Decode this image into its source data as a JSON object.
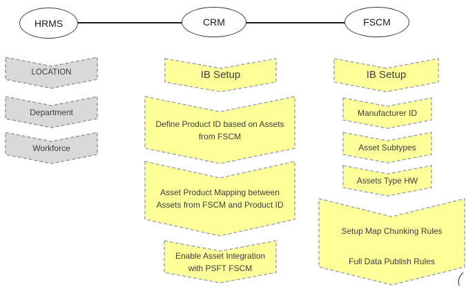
{
  "header_nodes": [
    {
      "id": "hrms",
      "label": "HRMS"
    },
    {
      "id": "crm",
      "label": "CRM"
    },
    {
      "id": "fscm",
      "label": "FSCM"
    }
  ],
  "hrms": {
    "steps": [
      {
        "label": "LOCATION"
      },
      {
        "label": "Department"
      },
      {
        "label": "Workforce"
      }
    ]
  },
  "crm": {
    "steps": [
      {
        "label": "IB Setup"
      },
      {
        "label": "Define Product ID based on Assets from FSCM"
      },
      {
        "label": "Asset Product Mapping between Assets from FSCM and Product ID"
      },
      {
        "label": "Enable Asset Integration with PSFT FSCM"
      }
    ]
  },
  "fscm": {
    "steps": [
      {
        "label": "IB Setup"
      },
      {
        "label": "Manufacturer ID"
      },
      {
        "label": "Asset Subtypes"
      },
      {
        "label": "Assets Type HW"
      },
      {
        "line1": "Setup Map Chunking Rules",
        "line2": "Full Data Publish Rules"
      }
    ]
  },
  "colors": {
    "step_yellow": "#FEFF99",
    "step_gray": "#D9D9D9",
    "dashed_border": "#8496AB",
    "connector": "#1A1A1A",
    "text": "#3D3D3D"
  }
}
